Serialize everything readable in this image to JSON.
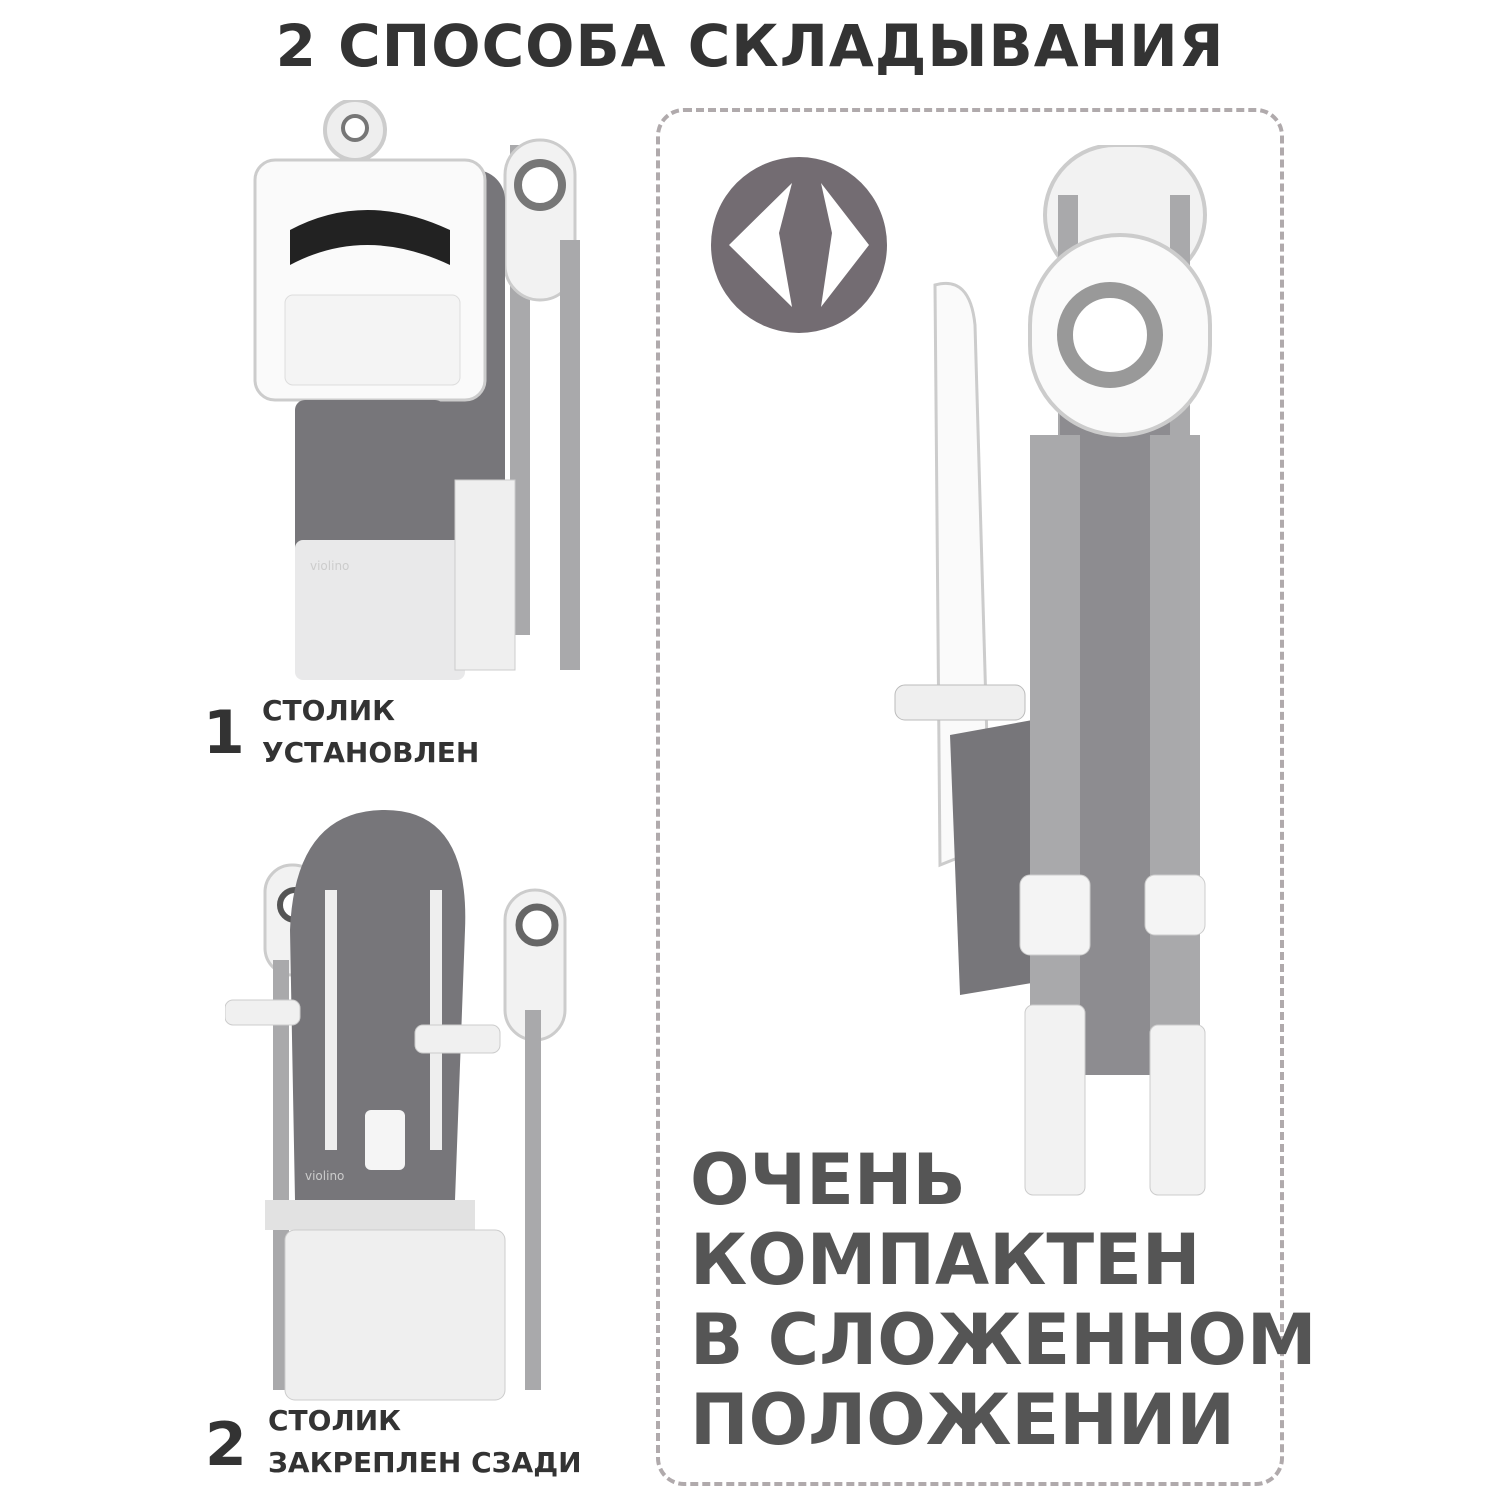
{
  "title": "2 СПОСОБА СКЛАДЫВАНИЯ",
  "options": [
    {
      "number": "1",
      "line1": "СТОЛИК",
      "line2": "УСТАНОВЛЕН"
    },
    {
      "number": "2",
      "line1": "СТОЛИК",
      "line2": "ЗАКРЕПЛЕН СЗАДИ"
    }
  ],
  "headline": [
    "ОЧЕНЬ",
    "КОМПАКТЕН",
    "В СЛОЖЕННОМ",
    "ПОЛОЖЕНИИ"
  ],
  "brand_logo": "violino",
  "icon": "compact-fold-arrows-icon",
  "colors": {
    "text": "#333333",
    "headline": "#555555",
    "icon_bg": "#736c72",
    "seat": "#77767a",
    "frame": "#a9a9ab"
  }
}
